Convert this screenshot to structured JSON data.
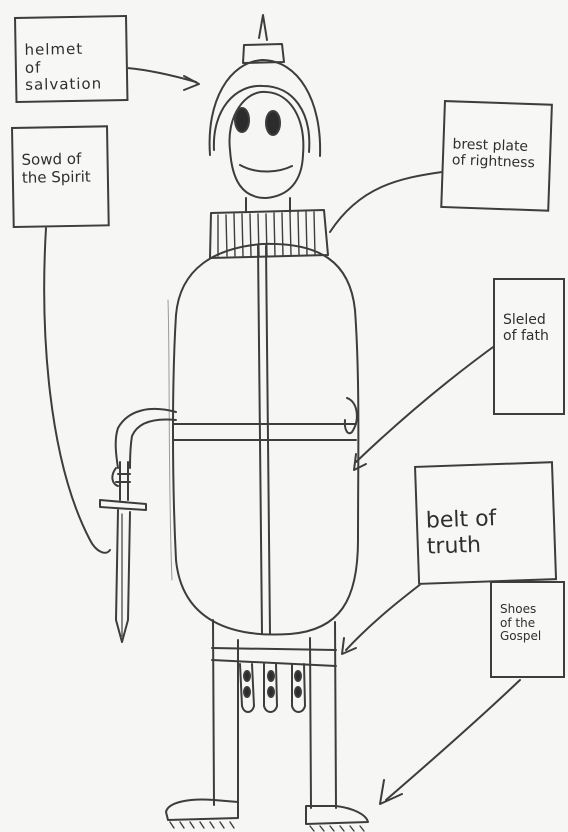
{
  "labels": {
    "helmet": "helmet\nof\nsalvation",
    "sword": "Sowd of\nthe Spirit",
    "breastplate": "brest plate\nof rightness",
    "shield": "Sleled\nof fath",
    "belt": "belt of\ntruth",
    "shoes": "Shoes\nof the\nGospel"
  },
  "colors": {
    "pencil": "#3d3d3d",
    "paper": "#f6f6f4"
  }
}
